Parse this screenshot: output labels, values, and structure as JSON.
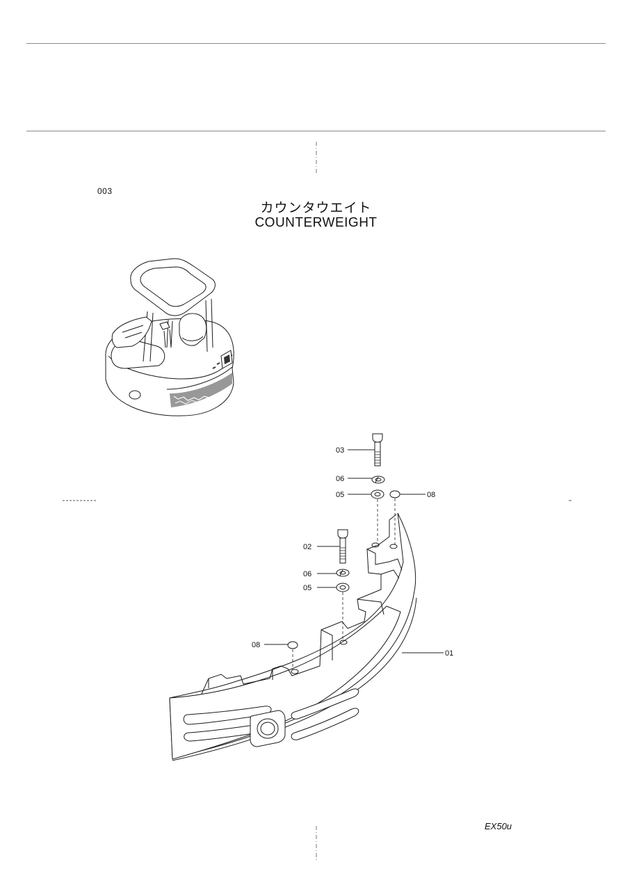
{
  "header": {
    "page_number": "003",
    "title_ja": "カウンタウエイト",
    "title_en": "COUNTERWEIGHT"
  },
  "callouts": {
    "c03": "03",
    "c06a": "06",
    "c05a": "05",
    "c08a": "08",
    "c02": "02",
    "c06b": "06",
    "c05b": "05",
    "c08b": "08",
    "c01": "01"
  },
  "footer": {
    "model": "EX50u"
  }
}
